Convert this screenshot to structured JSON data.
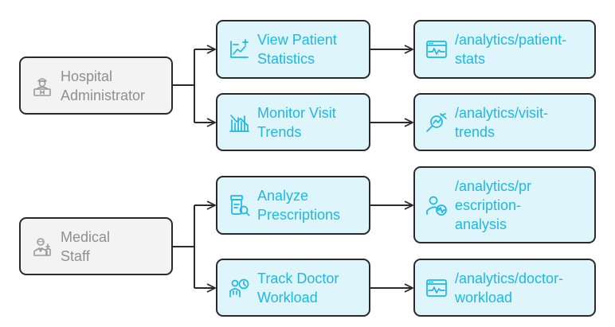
{
  "colors": {
    "actor_fill": "#f3f3f3",
    "actor_text": "#8f8f8f",
    "node_fill": "#def5fc",
    "node_text": "#1fb8e0",
    "border": "#2a2a2a"
  },
  "actors": [
    {
      "label": "Hospital\nAdministrator",
      "icon": "administrator-icon",
      "actions": [
        {
          "label": "View Patient\nStatistics",
          "icon": "chart-plus-icon",
          "endpoint": {
            "label": "/analytics/patient-\nstats",
            "icon": "browser-pulse-icon"
          }
        },
        {
          "label": "Monitor Visit\nTrends",
          "icon": "trend-bars-icon",
          "endpoint": {
            "label": "/analytics/visit-\ntrends",
            "icon": "magnifier-trend-icon"
          }
        }
      ]
    },
    {
      "label": "Medical\nStaff",
      "icon": "medical-staff-icon",
      "actions": [
        {
          "label": "Analyze\nPrescriptions",
          "icon": "pill-bottle-search-icon",
          "endpoint": {
            "label": "/analytics/pr\nescription-\nanalysis",
            "icon": "user-pulse-icon"
          }
        },
        {
          "label": "Track Doctor\nWorkload",
          "icon": "doctor-clock-icon",
          "endpoint": {
            "label": "/analytics/doctor-\nworkload",
            "icon": "browser-pulse-icon"
          }
        }
      ]
    }
  ]
}
